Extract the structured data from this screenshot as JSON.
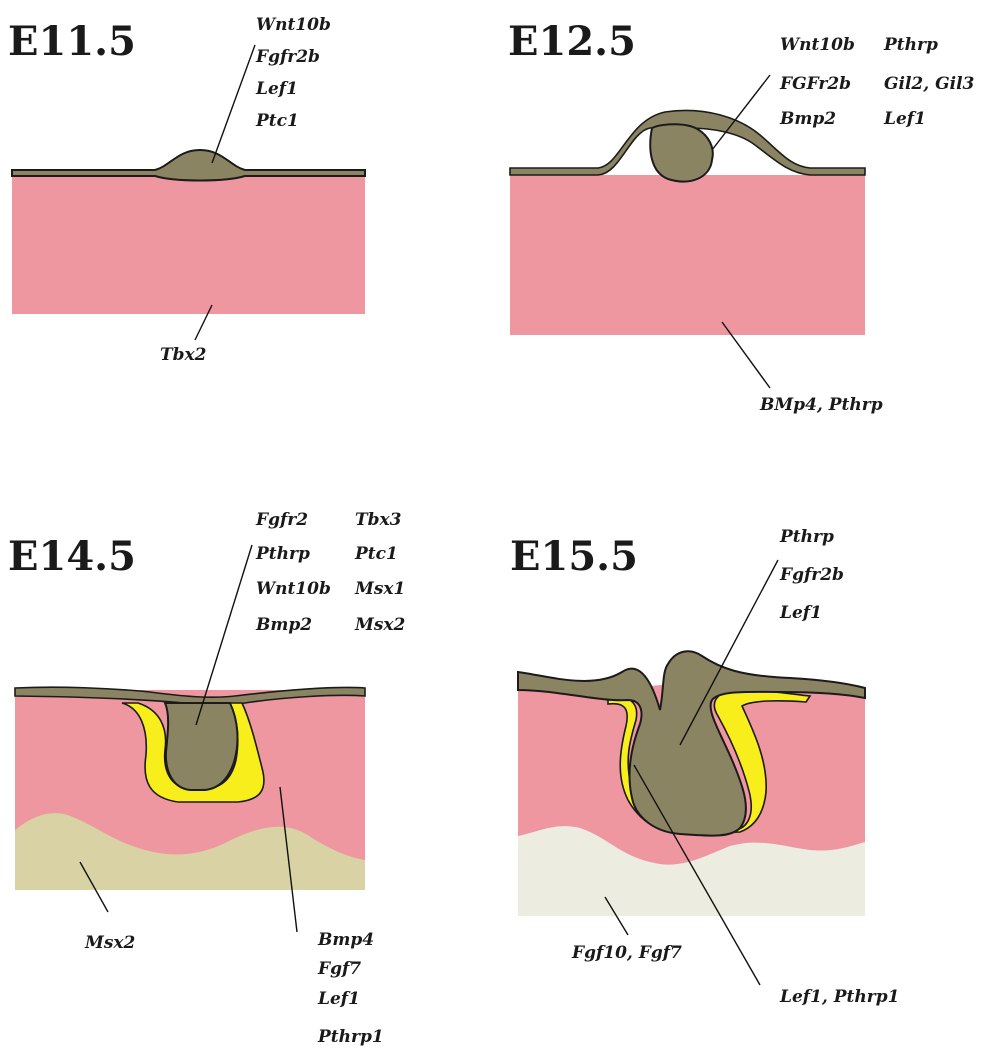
{
  "panels": [
    {
      "stage": "E11.5",
      "epithelial_genes_col1": [
        "Wnt10b",
        "Fgfr2b",
        "Lef1",
        "Ptc1"
      ],
      "mesenchyme_genes": [
        "Tbx2"
      ]
    },
    {
      "stage": "E12.5",
      "epithelial_genes_col1": [
        "Wnt10b",
        "FGFr2b",
        "Bmp2"
      ],
      "epithelial_genes_col2": [
        "Pthrp",
        "Gil2, Gil3",
        "Lef1"
      ],
      "mesenchyme_genes": [
        "BMp4, Pthrp"
      ]
    },
    {
      "stage": "E14.5",
      "epithelial_genes_col1": [
        "Fgfr2",
        "Pthrp",
        "Wnt10b",
        "Bmp2"
      ],
      "epithelial_genes_col2": [
        "Tbx3",
        "Ptc1",
        "Msx1",
        "Msx2"
      ],
      "fat_genes": [
        "Msx2"
      ],
      "mesenchyme_genes": [
        "Bmp4",
        "Fgf7",
        "Lef1",
        "Pthrp1"
      ]
    },
    {
      "stage": "E15.5",
      "epithelial_genes_col1": [
        "Pthrp",
        "Fgfr2b",
        "Lef1"
      ],
      "fat_genes": [
        "Fgf10, Fgf7"
      ],
      "sheath_genes": [
        "Lef1, Pthrp1"
      ]
    }
  ],
  "colors": {
    "dermis": "#ee97a0",
    "epithelium": "#8b8463",
    "sheath": "#f7ee1b",
    "fat_pad_E14": "#d8d2a4",
    "fat_pad_E15": "#ecece1"
  }
}
